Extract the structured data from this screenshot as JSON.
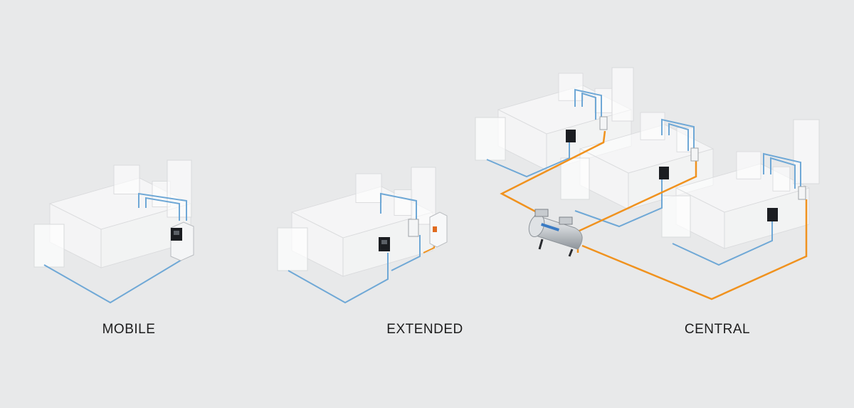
{
  "labels": {
    "mobile": "MOBILE",
    "extended": "EXTENDED",
    "central": "CENTRAL"
  },
  "colors": {
    "background": "#e8e9ea",
    "machine_fill": "#ffffff",
    "machine_stroke": "#d9dadc",
    "blue_line": "#6fa8d6",
    "orange_line": "#f0921e",
    "control_unit": "#1b1d21"
  },
  "icons": [
    "vacuum-conveyor-machine",
    "control-unit",
    "compressor-tank",
    "vacuum-pump-unit"
  ]
}
